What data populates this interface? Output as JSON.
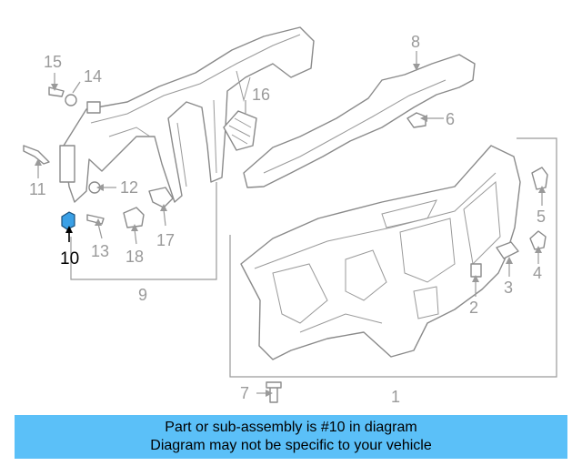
{
  "callouts": {
    "c1": "1",
    "c2": "2",
    "c3": "3",
    "c4": "4",
    "c5": "5",
    "c6": "6",
    "c7": "7",
    "c8": "8",
    "c9": "9",
    "c10": "10",
    "c11": "11",
    "c12": "12",
    "c13": "13",
    "c14": "14",
    "c15": "15",
    "c16": "16",
    "c17": "17",
    "c18": "18"
  },
  "highlighted_part": "10",
  "colors": {
    "banner": "#5bc0f8",
    "highlight": "#3aa0e6",
    "line": "#9a9a9a"
  },
  "banner": {
    "line1": "Part or sub-assembly is #10 in diagram",
    "line2": "Diagram may not be specific to your vehicle"
  }
}
